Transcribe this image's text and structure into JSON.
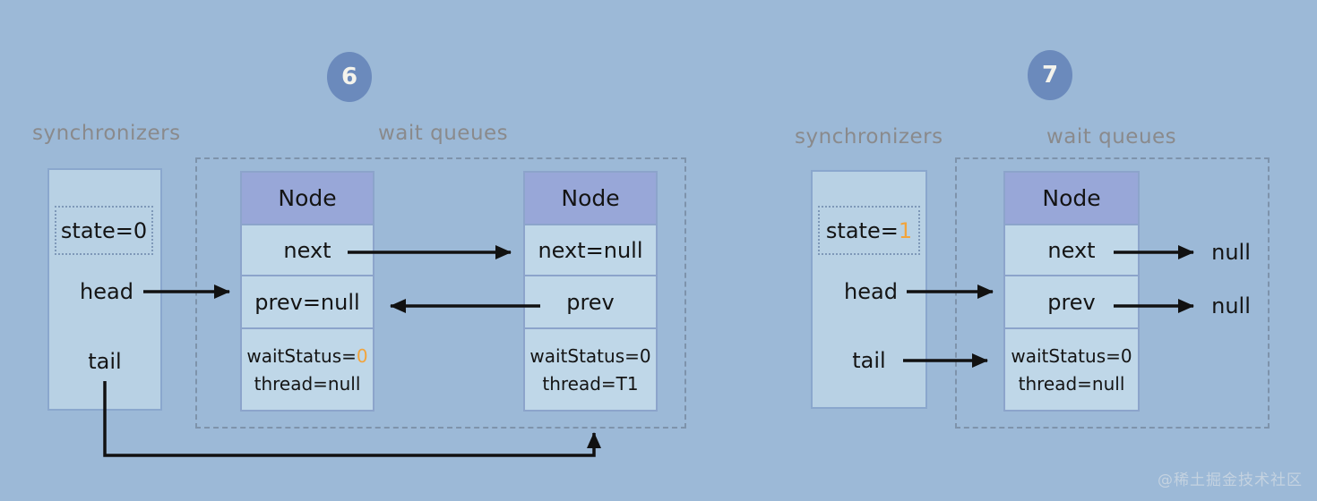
{
  "colors": {
    "background": "#9CB9D7",
    "badge_fill": "#6B8ABC",
    "box_fill": "#B8D1E4",
    "box_border": "#8AA7CD",
    "node_header_fill": "#98A7D8",
    "node_cell_fill": "#BFD7E8",
    "node_border": "#8CA4CB",
    "dashed_border": "#7E93AB",
    "label_gray": "#8A8A8C",
    "highlight_orange": "#F2A43C",
    "text_black": "#141414",
    "arrow_black": "#111111"
  },
  "panels": [
    {
      "badge": "6",
      "labels": {
        "synchronizers": "synchronizers",
        "wait_queues": "wait queues"
      },
      "synchronizer": {
        "state_prefix": "state=",
        "state_value": "0",
        "state_value_style": "color:#141414",
        "head": "head",
        "tail": "tail"
      },
      "nodes": [
        {
          "title": "Node",
          "next": "next",
          "prev": "prev=null",
          "wait_status_prefix": "waitStatus=",
          "wait_status_value": "0",
          "wait_status_value_style": "color:#F2A43C",
          "thread": "thread=null"
        },
        {
          "title": "Node",
          "next": "next=null",
          "prev": "prev",
          "wait_status_prefix": "waitStatus=",
          "wait_status_value": "0",
          "wait_status_value_style": "color:#141414",
          "thread": "thread=T1"
        }
      ]
    },
    {
      "badge": "7",
      "labels": {
        "synchronizers": "synchronizers",
        "wait_queues": "wait queues"
      },
      "synchronizer": {
        "state_prefix": "state=",
        "state_value": "1",
        "state_value_style": "color:#F2A43C",
        "head": "head",
        "tail": "tail"
      },
      "nodes": [
        {
          "title": "Node",
          "next": "next",
          "prev": "prev",
          "wait_status_prefix": "waitStatus=",
          "wait_status_value": "0",
          "wait_status_value_style": "color:#141414",
          "thread": "thread=null",
          "next_null": "null",
          "prev_null": "null"
        }
      ]
    }
  ],
  "watermark": "@稀土掘金技术社区"
}
